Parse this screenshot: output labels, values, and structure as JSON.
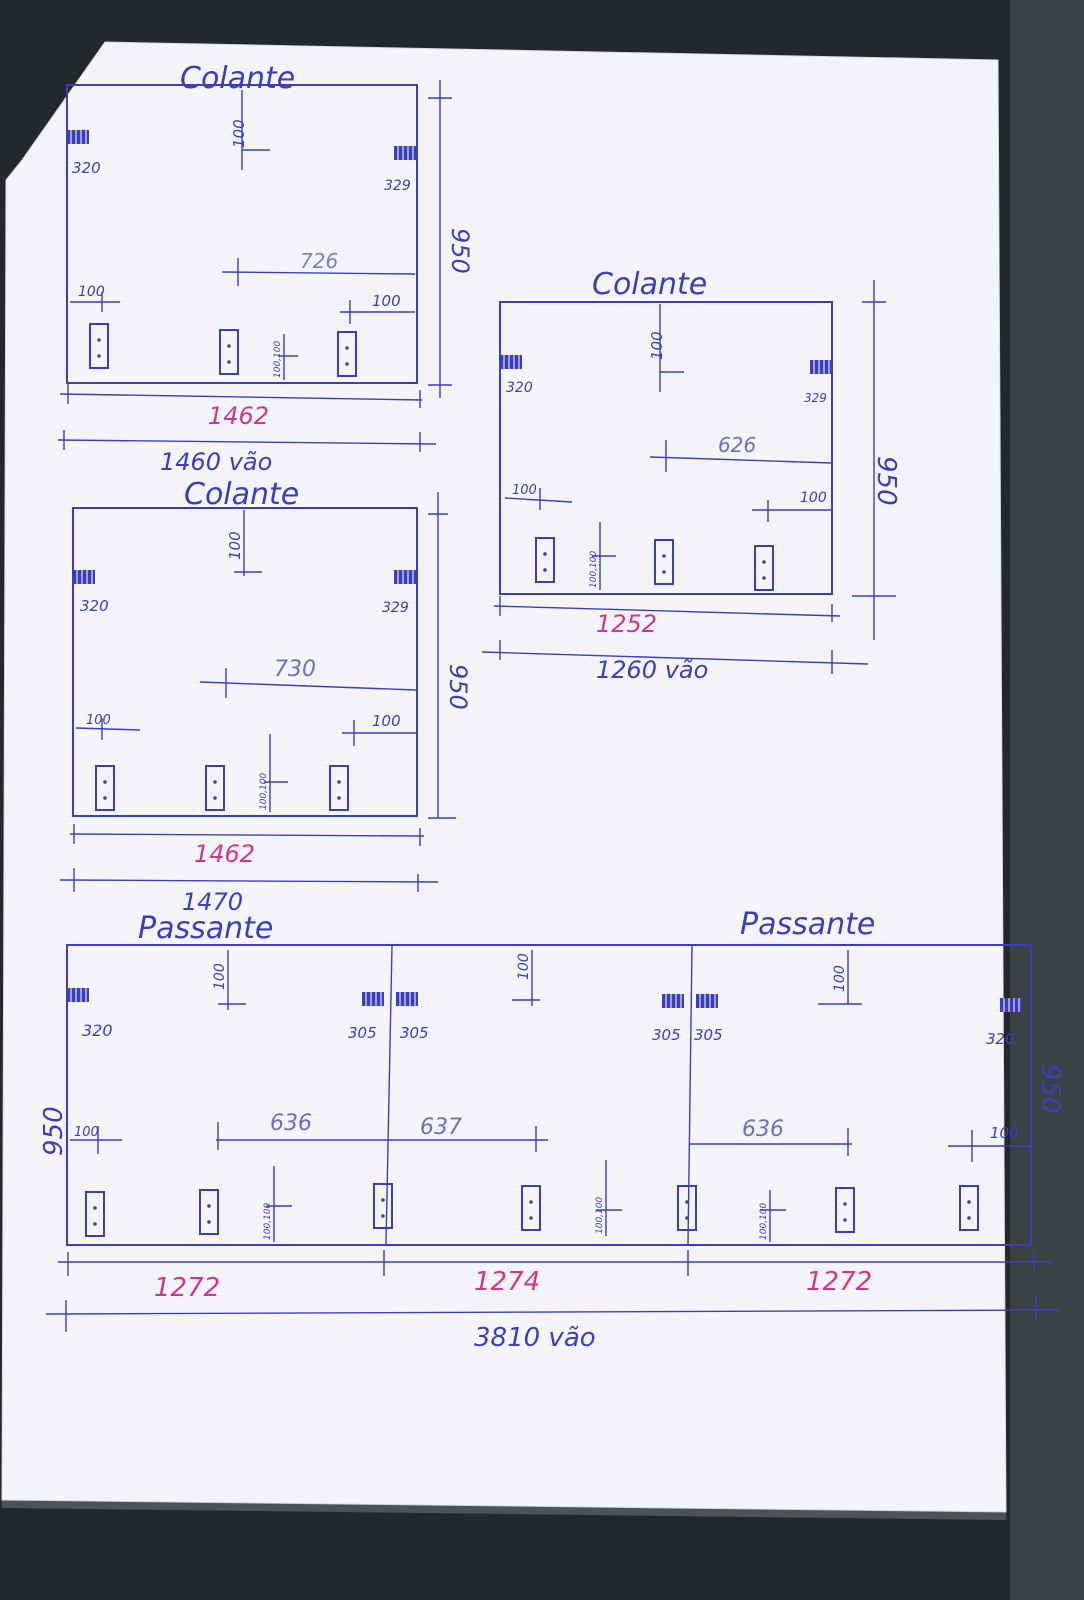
{
  "drawings": {
    "d1": {
      "title": "Colante",
      "t100": "100",
      "left_code": "320",
      "right_code": "329",
      "inner": "726",
      "l100": "100",
      "r100": "100",
      "small": "100,100",
      "width": "1462",
      "vao": "1460 vão",
      "height": "950"
    },
    "d2": {
      "title": "Colante",
      "t100": "100",
      "left_code": "320",
      "right_code": "329",
      "inner": "626",
      "l100": "100",
      "r100": "100",
      "small": "100,100",
      "width": "1252",
      "vao": "1260 vão",
      "height": "950"
    },
    "d3": {
      "title": "Colante",
      "t100": "100",
      "left_code": "320",
      "right_code": "329",
      "inner": "730",
      "l100": "100",
      "r100": "100",
      "small": "100,100",
      "width": "1462",
      "vao": "1470",
      "height": "950"
    },
    "d4": {
      "title_left": "Passante",
      "title_right": "Passante",
      "height_left": "950",
      "height_right": "950",
      "t100_a": "100",
      "t100_b": "100",
      "t100_c": "100",
      "code_left": "320",
      "code_p1": "305",
      "code_p2": "305",
      "code_p3": "305",
      "code_p4": "305",
      "code_right": "320",
      "l100": "100",
      "r100": "100",
      "inner_a": "636",
      "inner_b": "637",
      "inner_c": "636",
      "small_a": "100,100",
      "small_b": "100,100",
      "small_c": "100,100",
      "w1": "1272",
      "w2": "1274",
      "w3": "1272",
      "total": "3810 vão"
    }
  }
}
